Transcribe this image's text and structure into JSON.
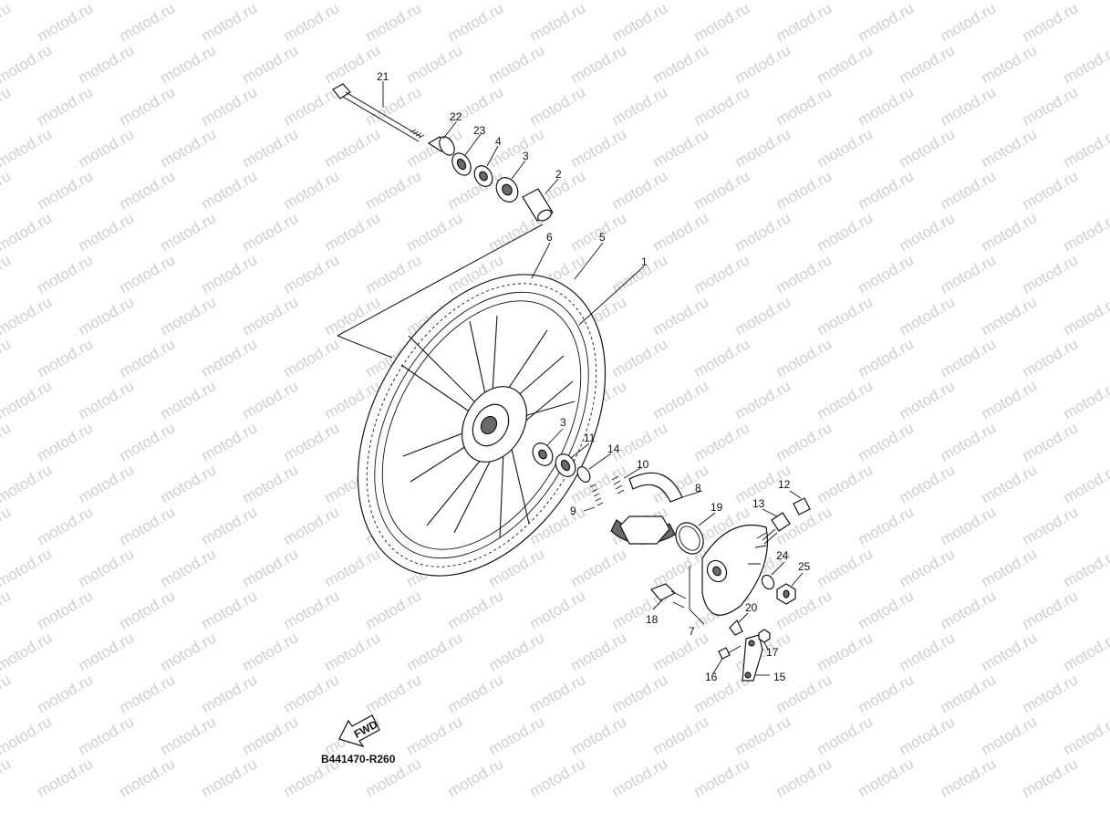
{
  "watermark": {
    "text": "motod.ru"
  },
  "diagram": {
    "code": "B441470-R260",
    "fwd_label": "FWD",
    "callouts": {
      "c1": "1",
      "c2": "2",
      "c3a": "3",
      "c3b": "3",
      "c4": "4",
      "c5": "5",
      "c6": "6",
      "c7": "7",
      "c8": "8",
      "c9": "9",
      "c10": "10",
      "c11": "11",
      "c12": "12",
      "c13": "13",
      "c14": "14",
      "c15": "15",
      "c16": "16",
      "c17": "17",
      "c18": "18",
      "c19": "19",
      "c20": "20",
      "c21": "21",
      "c22": "22",
      "c23": "23",
      "c24": "24",
      "c25": "25"
    }
  },
  "colors": {
    "ink": "#111111",
    "watermark": "#cfcfcf",
    "background": "#ffffff"
  }
}
